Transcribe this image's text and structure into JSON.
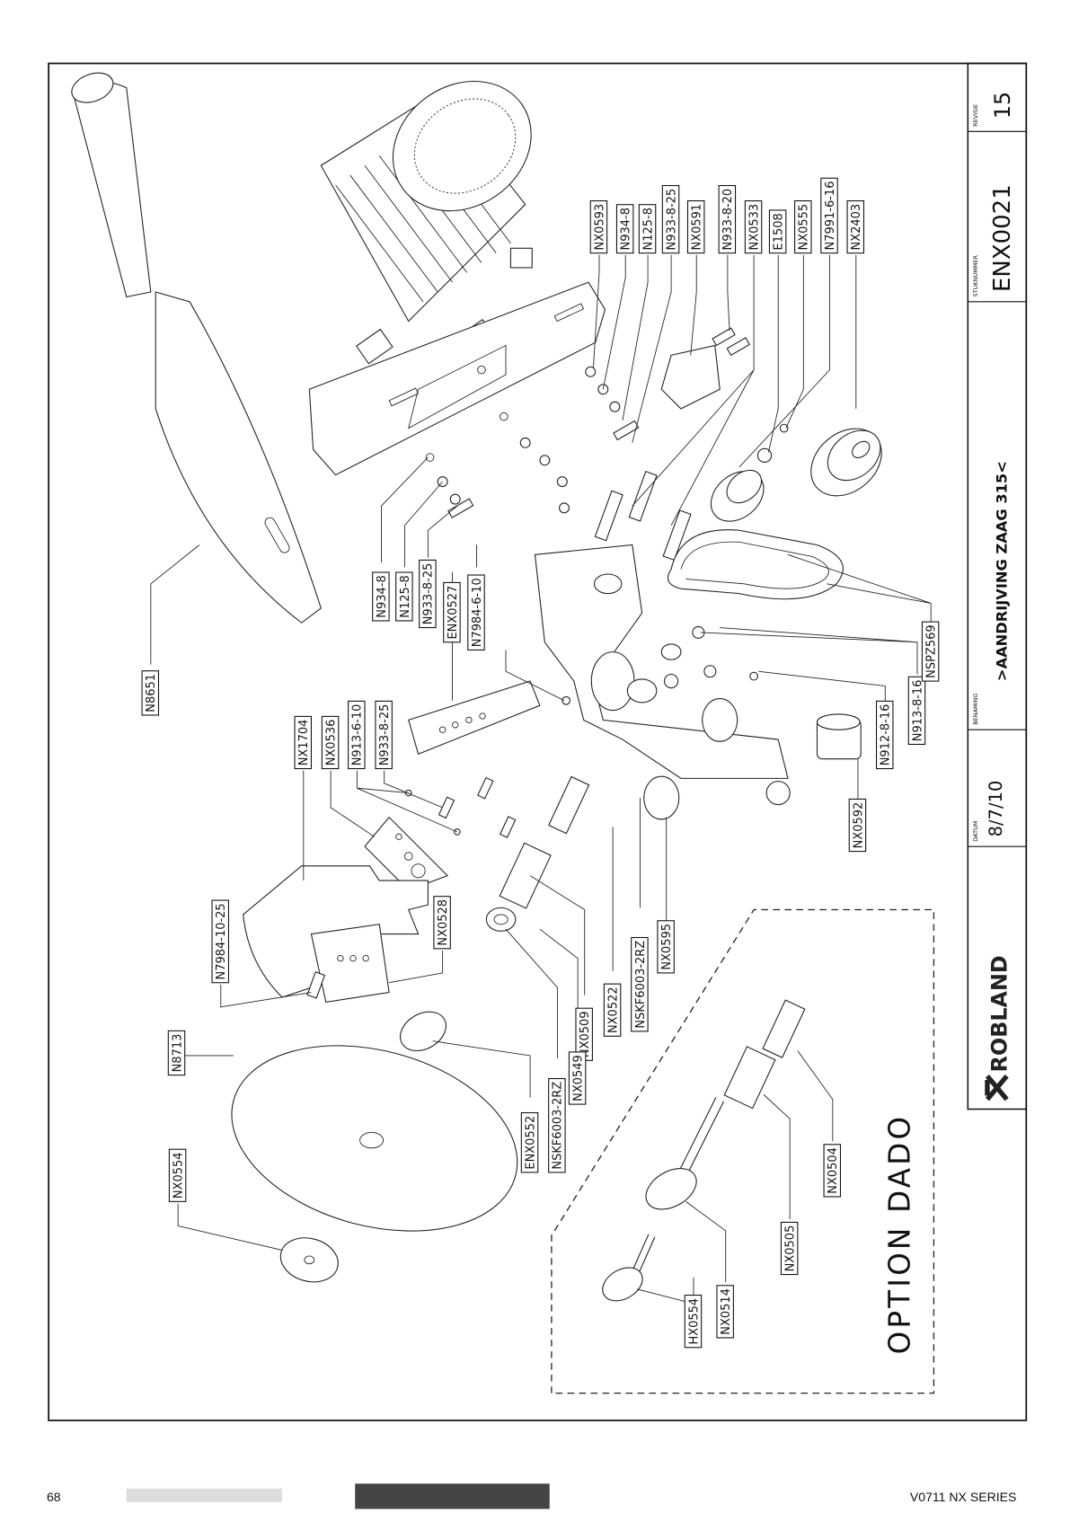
{
  "labels": {
    "top": [
      "NX0593",
      "N934-8",
      "N125-8",
      "N933-8-25",
      "NX0591",
      "N933-8-20",
      "NX0533",
      "E1508",
      "NX0555",
      "N7991-6-16",
      "NX2403"
    ],
    "plate": [
      "N934-8",
      "N125-8",
      "N933-8-25",
      "ENX0527",
      "N7984-6-10"
    ],
    "guard": "N8651",
    "bracket": [
      "NX1704",
      "NX0536",
      "N913-6-10",
      "N933-8-25"
    ],
    "n7984_10_25": "N7984-10-25",
    "nx0528": "NX0528",
    "hub": [
      "NX0509",
      "NX0522",
      "NSKF6003-2RZ",
      "NX0595"
    ],
    "belt": [
      "NX0592",
      "N912-8-16",
      "N913-8-16",
      "NSPZ569"
    ],
    "blade": [
      "N8713",
      "NX0554"
    ],
    "arbor": [
      "ENX0552",
      "NSKF6003-2RZ",
      "NX0549"
    ],
    "dado": [
      "NX0504",
      "NX0505",
      "NX0514",
      "HX0554"
    ]
  },
  "option_title": "OPTION DADO",
  "title_block": {
    "logo": "ROBLAND",
    "datum_label": "DATUM",
    "datum_value": "8/7/10",
    "benaming_label": "BENAMING",
    "benaming_value": ">AANDRIJVING ZAAG 315<",
    "stuknummer_label": "STUKNUMMER",
    "stuknummer_value": "ENX0021",
    "revisie_label": "REVISIE",
    "revisie_value": "15"
  },
  "footer": {
    "page_number": "68",
    "series": "V0711 NX SERIES"
  }
}
